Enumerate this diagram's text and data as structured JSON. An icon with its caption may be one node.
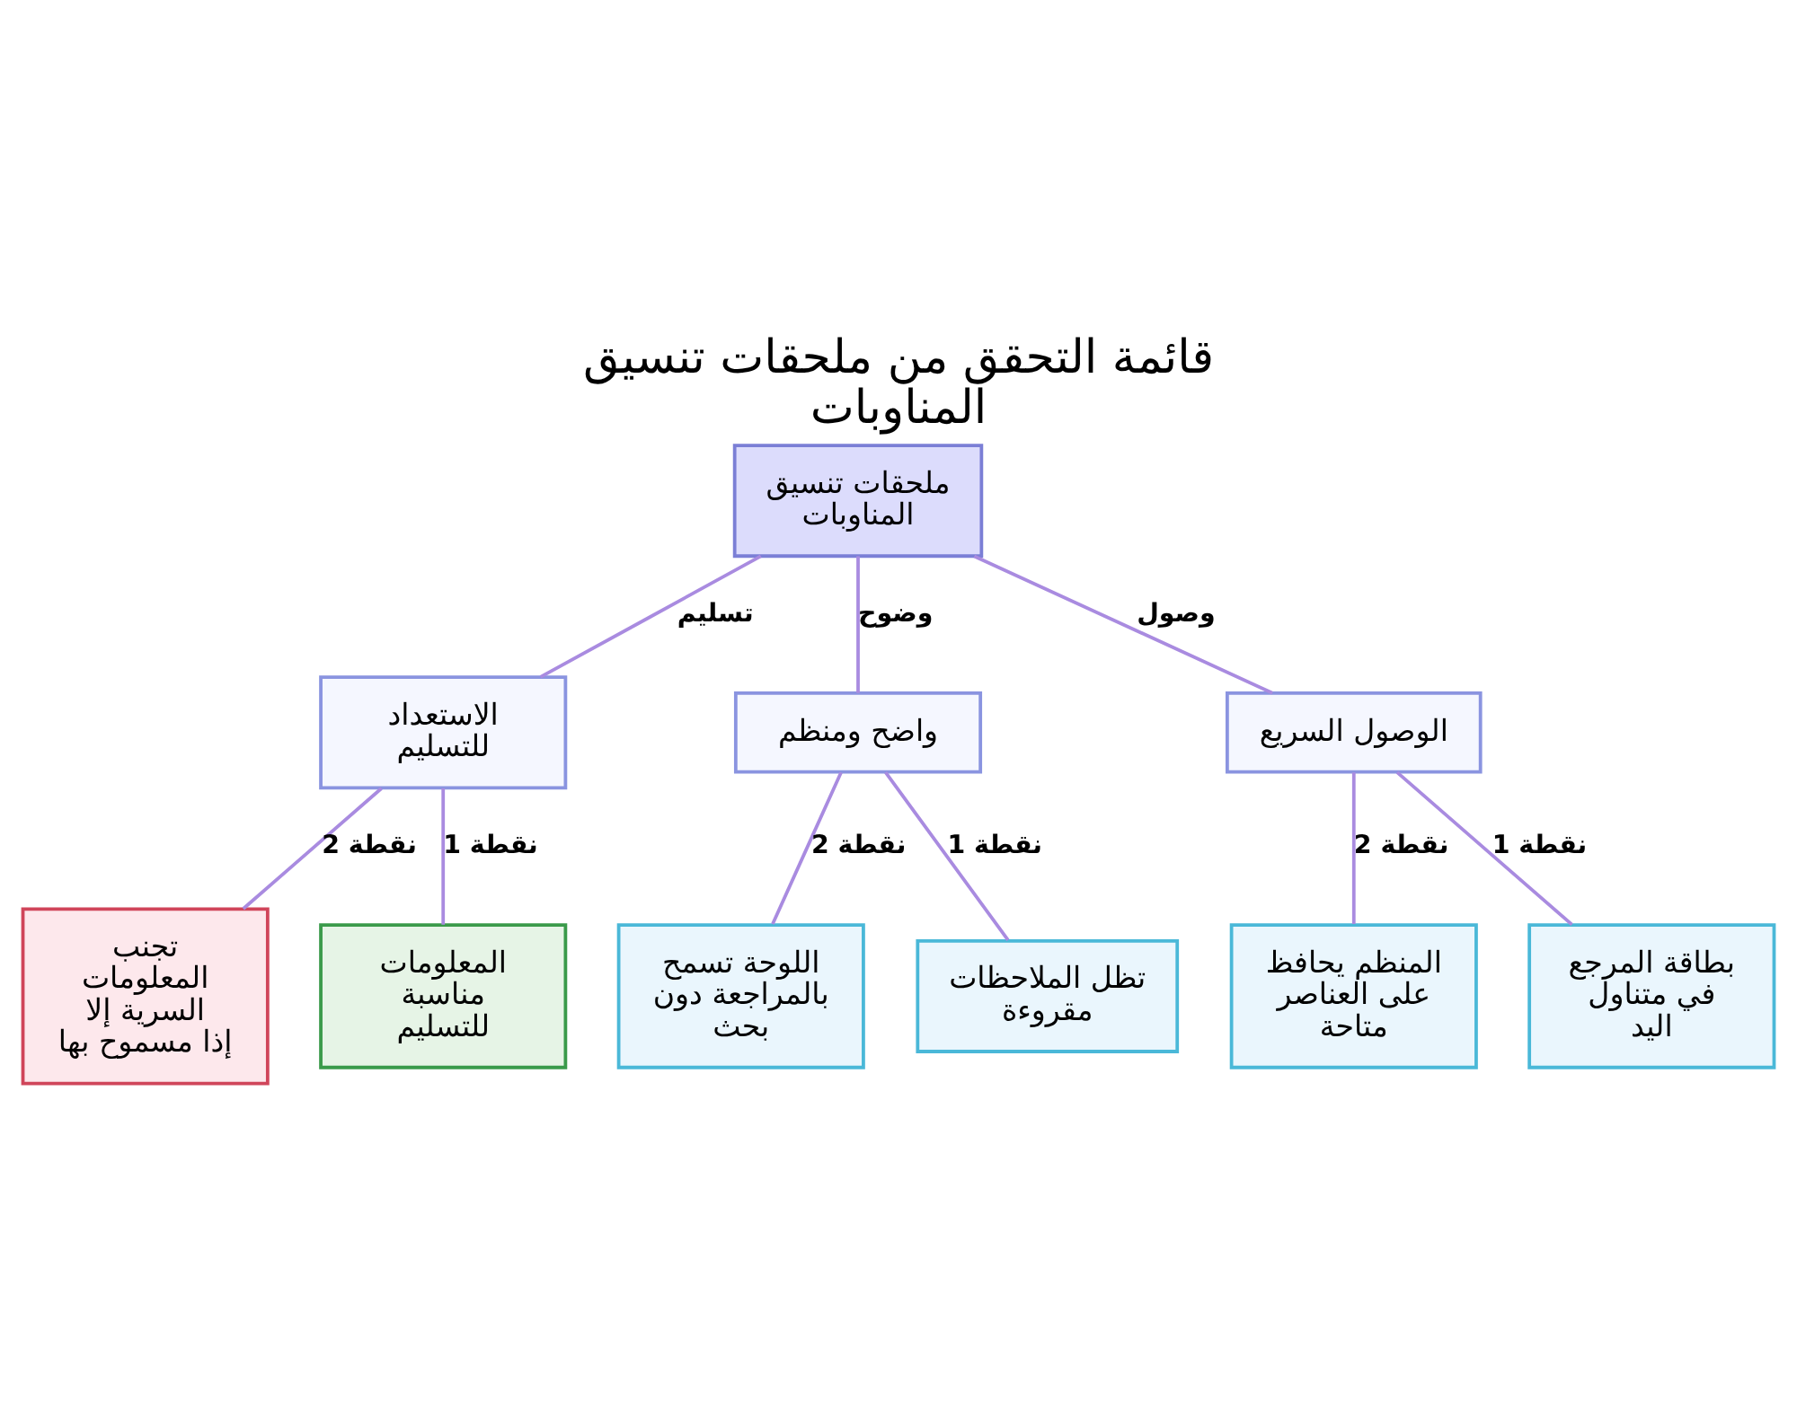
{
  "diagram": {
    "title": "قائمة التحقق من ملحقات تنسيق المناوبات",
    "nodes": [
      {
        "text": [
          "ملحقات تنسيق المناوبات"
        ]
      },
      {
        "text": [
          "الوصول السريع"
        ]
      },
      {
        "text": [
          "واضح ومنظم"
        ]
      },
      {
        "text": [
          "الاستعداد للتسليم"
        ]
      },
      {
        "text": [
          "بطاقة المرجع في متناول اليد"
        ]
      },
      {
        "text": [
          "المنظم يحافظ على العناصر متاحة"
        ]
      },
      {
        "text": [
          "تظل الملاحظات مقروءة"
        ]
      },
      {
        "text": [
          "اللوحة تسمح بالمراجعة دون بحث"
        ]
      },
      {
        "text": [
          "المعلومات مناسبة للتسليم"
        ]
      },
      {
        "text": [
          "تجنب المعلومات السرية إلا إذا مسموح بها"
        ]
      }
    ],
    "edges": [
      {
        "from": 0,
        "to": 3,
        "arrow": "none",
        "label": "تسليم"
      },
      {
        "from": 0,
        "to": 2,
        "arrow": "none",
        "label": "وضوح"
      },
      {
        "from": 0,
        "to": 1,
        "arrow": "none",
        "label": "وصول"
      },
      {
        "from": 3,
        "to": 9,
        "arrow": "none",
        "label": "نقطة 2"
      },
      {
        "from": 3,
        "to": 8,
        "arrow": "none",
        "label": "نقطة 1"
      },
      {
        "from": 2,
        "to": 7,
        "arrow": "none",
        "label": "نقطة 2"
      },
      {
        "from": 2,
        "to": 6,
        "arrow": "none",
        "label": "نقطة 1"
      },
      {
        "from": 1,
        "to": 5,
        "arrow": "none",
        "label": "نقطة 2"
      },
      {
        "from": 1,
        "to": 4,
        "arrow": "none",
        "label": "نقطة 1"
      }
    ]
  }
}
